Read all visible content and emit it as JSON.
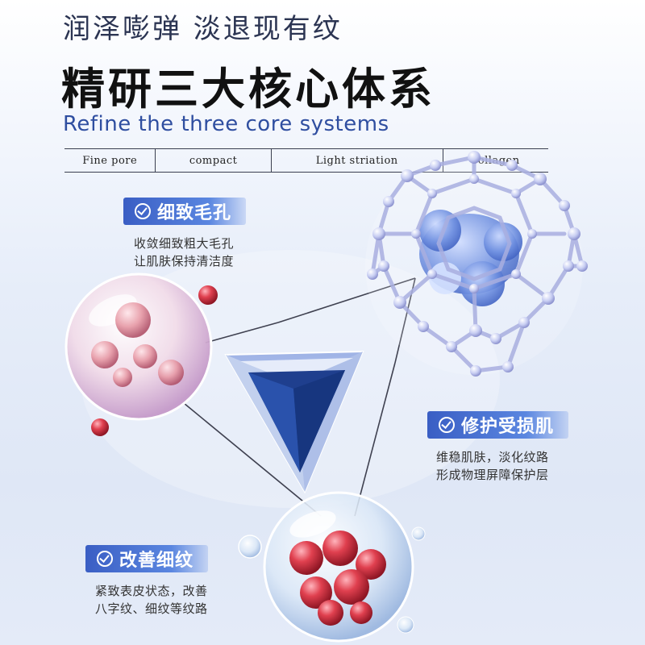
{
  "header": {
    "tagline": "润泽嘭弹 淡退现有纹",
    "headline": "精研三大核心体系",
    "subtitle": "Refine the three core systems"
  },
  "pillars": [
    "Fine pore",
    "compact",
    "Light striation",
    "collagen"
  ],
  "benefits": [
    {
      "title": "细致毛孔",
      "lines": [
        "收敛细致粗大毛孔",
        "让肌肤保持清洁度"
      ]
    },
    {
      "title": "修护受损肌",
      "lines": [
        "维稳肌肤，淡化纹路",
        "形成物理屏障保护层"
      ]
    },
    {
      "title": "改善细纹",
      "lines": [
        "紧致表皮状态，改善",
        "八字纹、细纹等纹路"
      ]
    }
  ],
  "colors": {
    "accent": "#3a5ec4",
    "subtitle": "#2f4ea0",
    "droplet_red": "#d2344a"
  }
}
